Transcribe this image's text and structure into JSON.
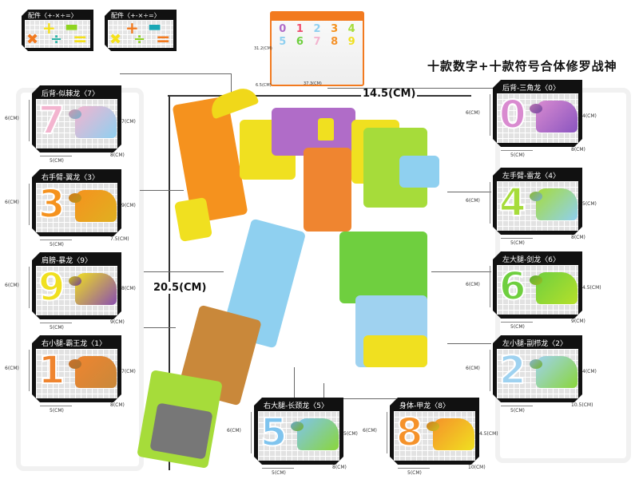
{
  "headline": "十款数字+十款符号合体修罗战神",
  "accessories": [
    {
      "title": "配件〈+-×÷=〉",
      "symbols": [
        {
          "glyph": "+",
          "color": "#f5e11a"
        },
        {
          "glyph": "▬",
          "color": "#8fd41f"
        },
        {
          "glyph": "✖",
          "color": "#f27a1f"
        },
        {
          "glyph": "÷",
          "color": "#2bb5a8"
        },
        {
          "glyph": "=",
          "color": "#f5e11a"
        }
      ]
    },
    {
      "title": "配件〈+-×÷=〉",
      "symbols": [
        {
          "glyph": "+",
          "color": "#f27a1f"
        },
        {
          "glyph": "▬",
          "color": "#1aa7b5"
        },
        {
          "glyph": "✖",
          "color": "#f5e11a"
        },
        {
          "glyph": "÷",
          "color": "#8fd41f"
        },
        {
          "glyph": "=",
          "color": "#f27a1f"
        }
      ]
    }
  ],
  "package": {
    "digits": [
      "0",
      "1",
      "2",
      "3",
      "4",
      "5",
      "6",
      "7",
      "8",
      "9"
    ],
    "height": "31.2(CM)",
    "width": "37.3(CM)",
    "depth": "6.5(CM)"
  },
  "robot": {
    "width_label": "14.5(CM)",
    "height_label": "20.5(CM)"
  },
  "parts": [
    {
      "label": "后背-似棘龙〈7〉",
      "digit": "7",
      "color": "#f3b4cf",
      "accent": "#8fd0f0",
      "h": "6(CM)",
      "w": "5(CM)",
      "dh": "7(CM)",
      "dw": "8(CM)"
    },
    {
      "label": "右手臂-翼龙〈3〉",
      "digit": "3",
      "color": "#f5921e",
      "accent": "#e0b020",
      "h": "6(CM)",
      "w": "5(CM)",
      "dh": "9(CM)",
      "dw": "7.5(CM)"
    },
    {
      "label": "肩膀-暴龙〈9〉",
      "digit": "9",
      "color": "#f0e020",
      "accent": "#8a4fb0",
      "h": "6(CM)",
      "w": "5(CM)",
      "dh": "8(CM)",
      "dw": "9(CM)"
    },
    {
      "label": "右小腿-霸王龙〈1〉",
      "digit": "1",
      "color": "#ef8530",
      "accent": "#c9883a",
      "h": "6(CM)",
      "w": "5(CM)",
      "dh": "7(CM)",
      "dw": "8(CM)"
    },
    {
      "label": "后背-三角龙〈0〉",
      "digit": "0",
      "color": "#d98bd0",
      "accent": "#8a55c0",
      "h": "6(CM)",
      "w": "5(CM)",
      "dh": "4(CM)",
      "dw": "8(CM)"
    },
    {
      "label": "左手臂-雷龙〈4〉",
      "digit": "4",
      "color": "#a6dc3a",
      "accent": "#8fd0f0",
      "h": "6(CM)",
      "w": "5(CM)",
      "dh": "5(CM)",
      "dw": "8(CM)"
    },
    {
      "label": "左大腿-剑龙〈6〉",
      "digit": "6",
      "color": "#6fcf3f",
      "accent": "#b5e02a",
      "h": "6(CM)",
      "w": "5(CM)",
      "dh": "4.5(CM)",
      "dw": "9(CM)"
    },
    {
      "label": "左小腿-副栉龙〈2〉",
      "digit": "2",
      "color": "#9fd2f0",
      "accent": "#8ad63a",
      "h": "6(CM)",
      "w": "5(CM)",
      "dh": "4(CM)",
      "dw": "10.5(CM)"
    },
    {
      "label": "右大腿-长颈龙〈5〉",
      "digit": "5",
      "color": "#7fc4ee",
      "accent": "#8ad63a",
      "h": "6(CM)",
      "w": "5(CM)",
      "dh": "5(CM)",
      "dw": "8(CM)"
    },
    {
      "label": "身体-甲龙〈8〉",
      "digit": "8",
      "color": "#f5922a",
      "accent": "#f0e020",
      "h": "6(CM)",
      "w": "5(CM)",
      "dh": "4.5(CM)",
      "dw": "10(CM)"
    }
  ]
}
